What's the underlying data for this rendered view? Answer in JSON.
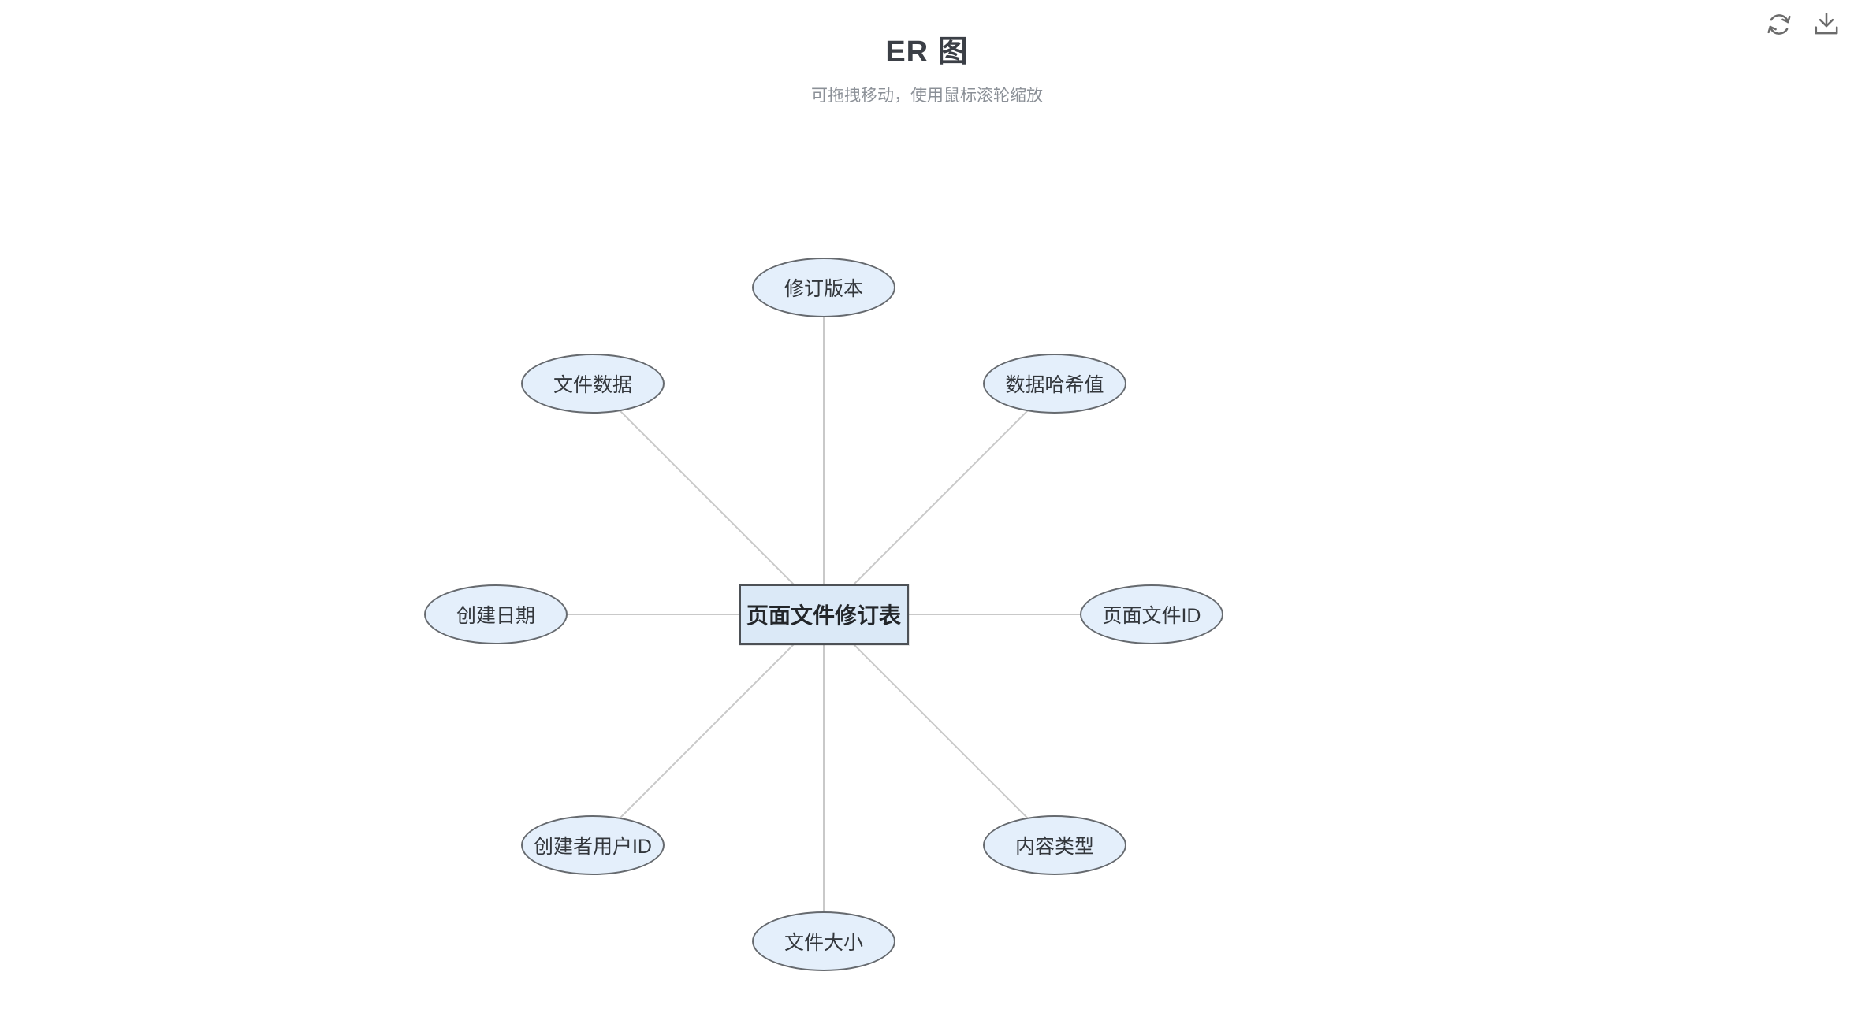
{
  "header": {
    "title": "ER 图",
    "subtitle": "可拖拽移动，使用鼠标滚轮缩放"
  },
  "toolbar": {
    "icons": [
      {
        "name": "refresh-icon"
      },
      {
        "name": "download-icon"
      }
    ]
  },
  "diagram": {
    "type": "er-diagram",
    "entity": {
      "label": "页面文件修订表"
    },
    "attributes": [
      {
        "id": "revision-version",
        "label": "修订版本",
        "position": "top"
      },
      {
        "id": "data-hash",
        "label": "数据哈希值",
        "position": "top-right"
      },
      {
        "id": "page-file-id",
        "label": "页面文件ID",
        "position": "right"
      },
      {
        "id": "content-type",
        "label": "内容类型",
        "position": "bottom-right"
      },
      {
        "id": "file-size",
        "label": "文件大小",
        "position": "bottom"
      },
      {
        "id": "creator-user-id",
        "label": "创建者用户ID",
        "position": "bottom-left"
      },
      {
        "id": "create-date",
        "label": "创建日期",
        "position": "left"
      },
      {
        "id": "file-data",
        "label": "文件数据",
        "position": "top-left"
      }
    ],
    "colors": {
      "attribute_fill": "#e4effb",
      "attribute_border": "#666a6f",
      "entity_fill": "#dbe9f7",
      "entity_border": "#4d5156",
      "connector": "#c9c9c9",
      "icon": "#6b6b6b"
    }
  }
}
